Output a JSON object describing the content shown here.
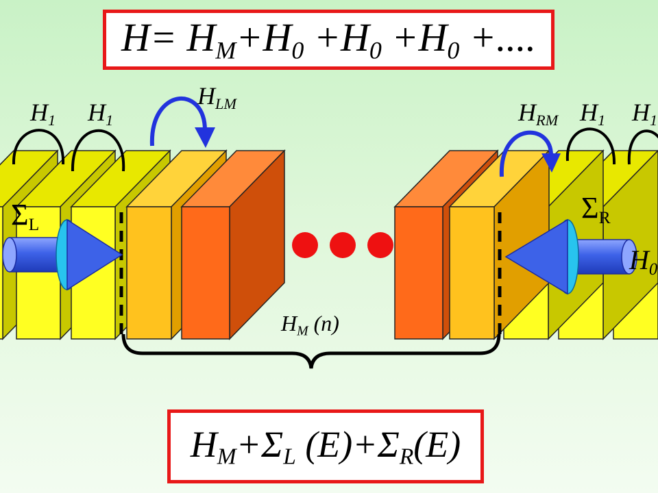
{
  "equation_top": {
    "parts": [
      "H= H",
      "M",
      "+H",
      "0",
      " +H",
      "0",
      " +H",
      "0",
      " +...."
    ]
  },
  "equation_bottom": {
    "parts": [
      "H",
      "M",
      "+Σ",
      "L",
      " (E)+Σ",
      "R",
      "(E)"
    ]
  },
  "labels": {
    "h1_left_a": {
      "base": "H",
      "sub": "1"
    },
    "h1_left_b": {
      "base": "H",
      "sub": "1"
    },
    "h_lm": {
      "base": "H",
      "sub": "LM"
    },
    "h_rm": {
      "base": "H",
      "sub": "RM"
    },
    "h1_right_a": {
      "base": "H",
      "sub": "1"
    },
    "h1_right_b": {
      "base": "H",
      "sub": "1"
    },
    "sigma_l": {
      "base": "Σ",
      "sub": "L"
    },
    "sigma_r": {
      "base": "Σ",
      "sub": "R"
    },
    "h0_right": {
      "base": "H",
      "sub": "0"
    },
    "h_m_n": {
      "base": "H",
      "sub": "M",
      "tail": " (n)"
    }
  },
  "colors": {
    "yellow_front": "#ffff22",
    "yellow_top": "#e8e800",
    "yellow_side": "#c8c800",
    "amber_front": "#ffc21e",
    "amber_side": "#e19f00",
    "orange_front": "#ff6a1a",
    "orange_top": "#ff8a3a",
    "orange_side": "#cf4f0a",
    "blue_arrow": "#2233dd",
    "pipe": "#3d62e8",
    "cone": "#28c4ee",
    "dots": "#ee1111",
    "box_border": "#e81818"
  }
}
